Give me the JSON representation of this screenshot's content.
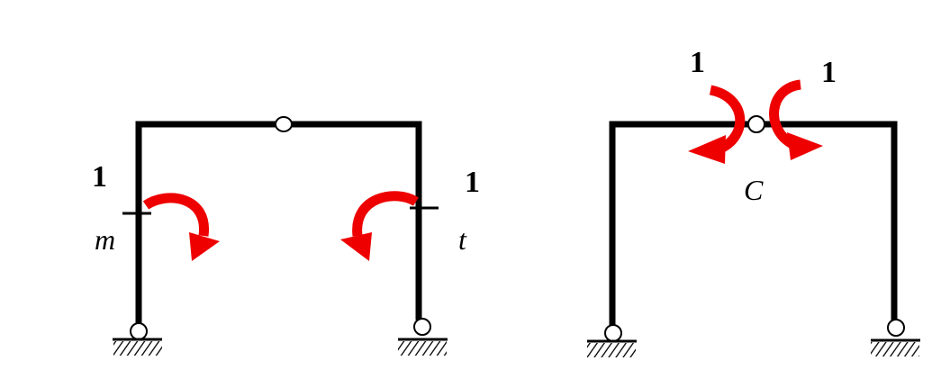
{
  "colors": {
    "structure": "#000000",
    "moment": "#ee0000",
    "background": "#ffffff"
  },
  "left_frame": {
    "moment_label_left": "1",
    "moment_label_right": "1",
    "section_left": "m",
    "section_right": "t"
  },
  "right_frame": {
    "moment_label_left": "1",
    "moment_label_right": "1",
    "hinge_label": "C"
  }
}
